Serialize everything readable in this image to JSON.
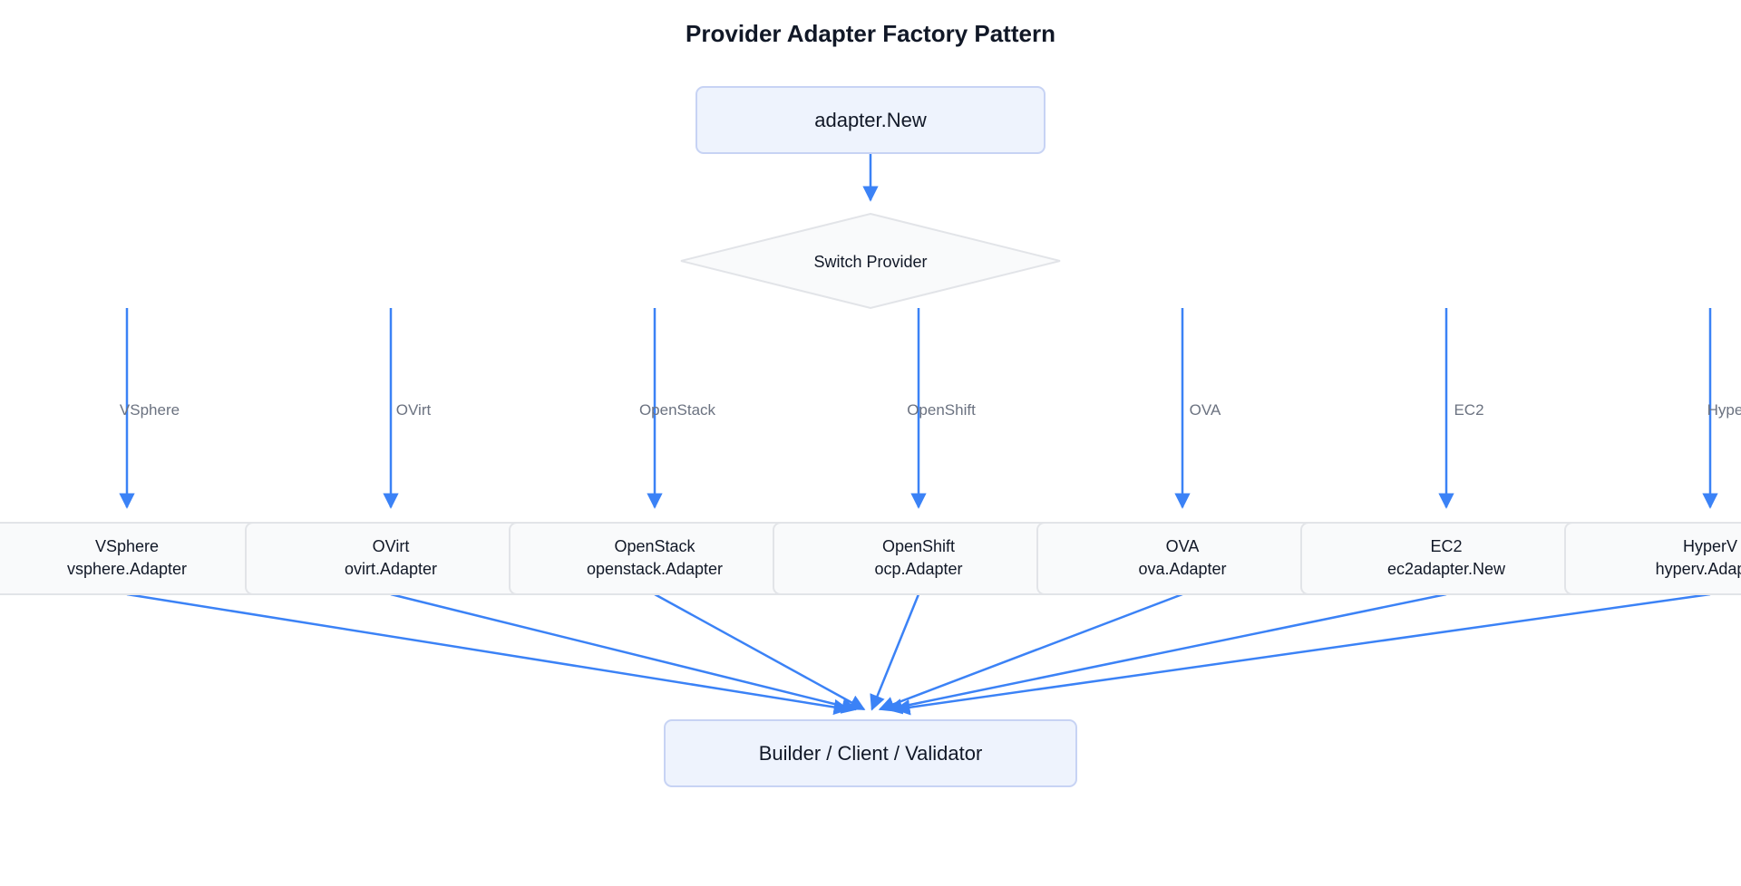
{
  "title": "Provider Adapter Factory Pattern",
  "entry_node": "adapter.New",
  "decision_node": "Switch Provider",
  "target_node": "Builder / Client / Validator",
  "providers": [
    {
      "edge_label": "VSphere",
      "name": "VSphere",
      "adapter": "vsphere.Adapter"
    },
    {
      "edge_label": "OVirt",
      "name": "OVirt",
      "adapter": "ovirt.Adapter"
    },
    {
      "edge_label": "OpenStack",
      "name": "OpenStack",
      "adapter": "openstack.Adapter"
    },
    {
      "edge_label": "OpenShift",
      "name": "OpenShift",
      "adapter": "ocp.Adapter"
    },
    {
      "edge_label": "OVA",
      "name": "OVA",
      "adapter": "ova.Adapter"
    },
    {
      "edge_label": "EC2",
      "name": "EC2",
      "adapter": "ec2adapter.New"
    },
    {
      "edge_label": "HyperV",
      "name": "HyperV",
      "adapter": "hyperv.Adapter"
    }
  ],
  "colors": {
    "edge": "#3b82f6",
    "primary_fill": "#eef3fd",
    "primary_stroke": "#c7d3f4",
    "secondary_fill": "#f9fafb",
    "secondary_stroke": "#e2e4e8"
  }
}
